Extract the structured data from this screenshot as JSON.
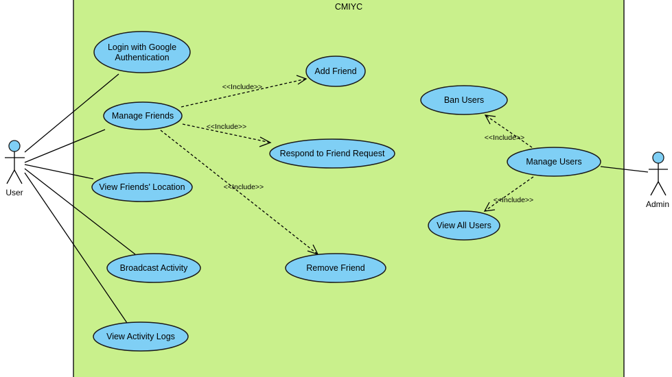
{
  "system": {
    "title": "CMIYC"
  },
  "actors": {
    "user": "User",
    "admin": "Admin"
  },
  "use_cases": {
    "login_line1": "Login with Google",
    "login_line2": "Authentication",
    "manage_friends": "Manage Friends",
    "view_friends_location": "View Friends' Location",
    "broadcast_activity": "Broadcast Activity",
    "view_activity_logs": "View Activity Logs",
    "add_friend": "Add Friend",
    "respond_friend_request": "Respond to Friend Request",
    "remove_friend": "Remove Friend",
    "ban_users": "Ban Users",
    "manage_users": "Manage Users",
    "view_all_users": "View All Users"
  },
  "relationships": {
    "include_label": "<<Include>>"
  },
  "colors": {
    "system_fill": "#c9f08c",
    "usecase_fill": "#7fcff5"
  }
}
